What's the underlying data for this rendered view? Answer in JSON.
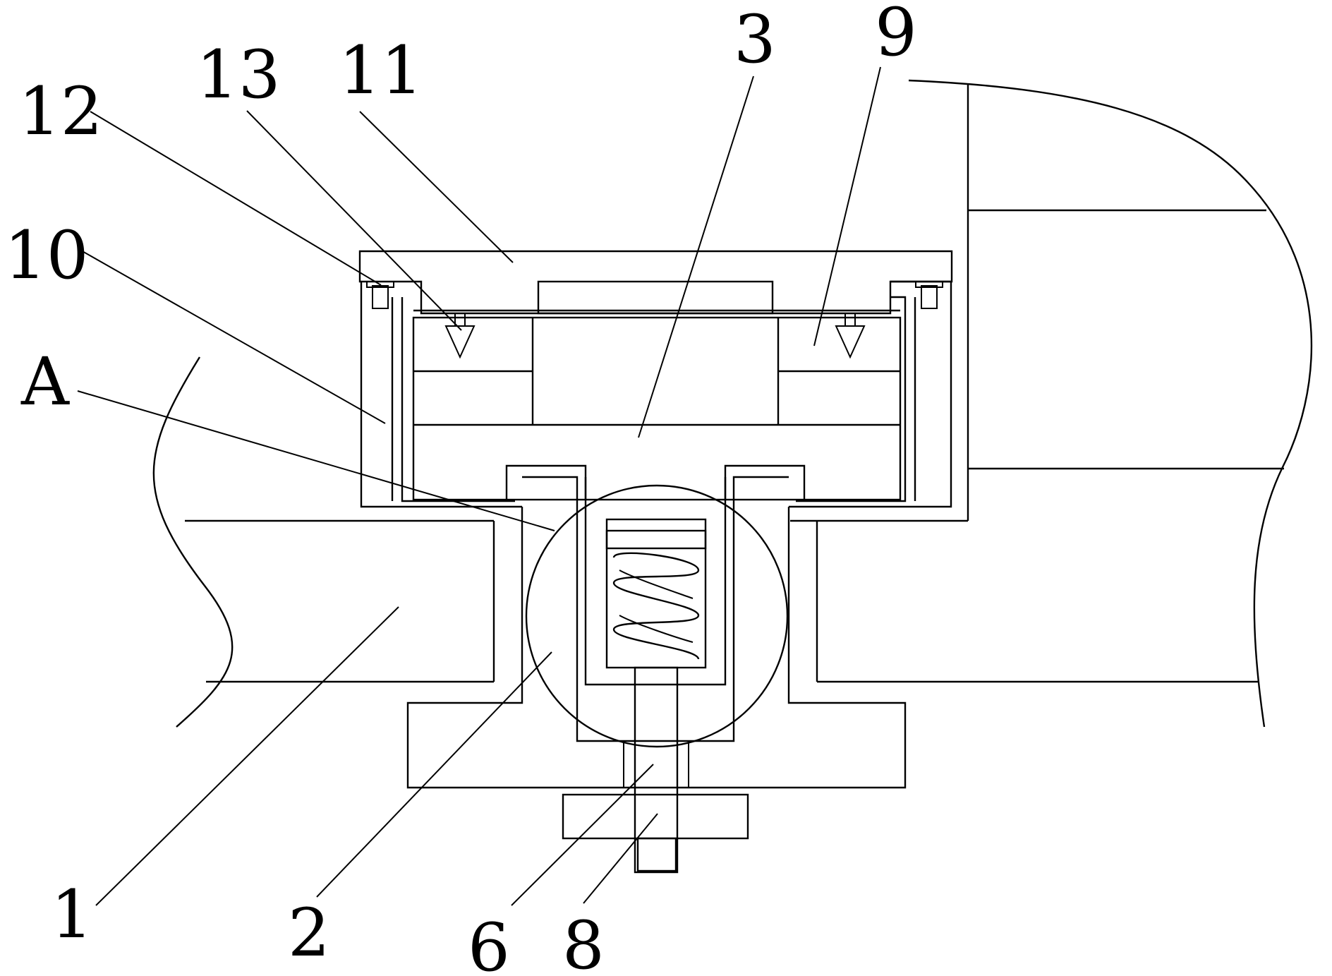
{
  "labels": {
    "l1": "1",
    "l2": "2",
    "l3": "3",
    "l6": "6",
    "l8": "8",
    "l9": "9",
    "l10": "10",
    "l11": "11",
    "l12": "12",
    "l13": "13",
    "lA": "A"
  }
}
